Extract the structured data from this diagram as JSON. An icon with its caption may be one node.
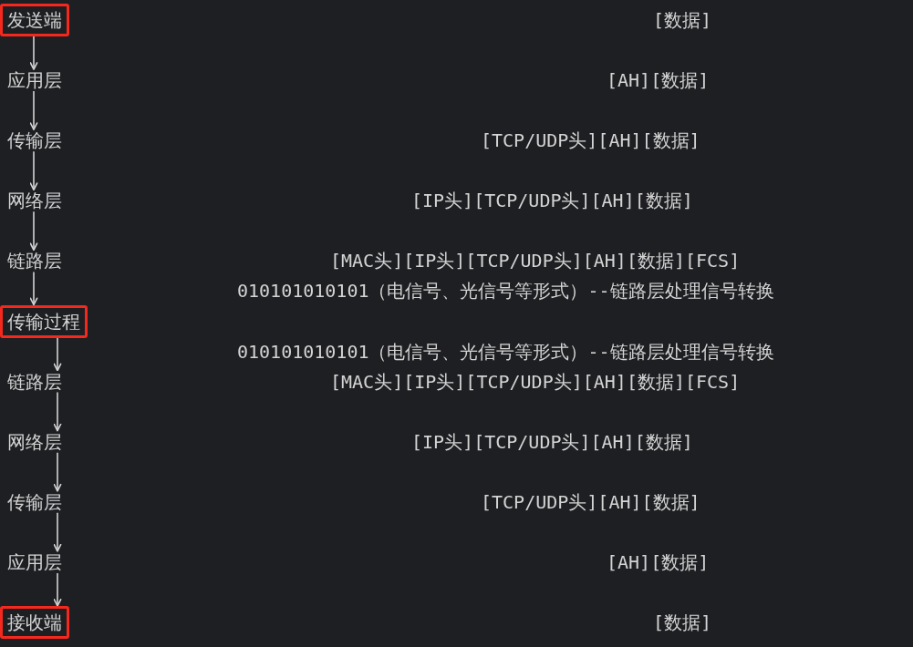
{
  "diagram": {
    "nodes": [
      {
        "text": [
          "发送端"
        ]
      },
      {
        "text": [
          "应用层"
        ]
      },
      {
        "text": [
          "传输层"
        ]
      },
      {
        "text": [
          "网络层"
        ]
      },
      {
        "text": [
          "链路层"
        ]
      },
      {
        "text": [
          "传输过程"
        ]
      },
      {
        "text": [
          "链路层"
        ]
      },
      {
        "text": [
          "网络层"
        ]
      },
      {
        "text": [
          "传输层"
        ]
      },
      {
        "text": [
          "应用层"
        ]
      },
      {
        "text": [
          "接收端"
        ]
      }
    ],
    "edges": [
      {
        "from": 0,
        "to": 1,
        "arrow": "to"
      },
      {
        "from": 1,
        "to": 2,
        "arrow": "to"
      },
      {
        "from": 2,
        "to": 3,
        "arrow": "to"
      },
      {
        "from": 3,
        "to": 4,
        "arrow": "to"
      },
      {
        "from": 4,
        "to": 5,
        "arrow": "to"
      },
      {
        "from": 5,
        "to": 6,
        "arrow": "to"
      },
      {
        "from": 6,
        "to": 7,
        "arrow": "to"
      },
      {
        "from": 7,
        "to": 8,
        "arrow": "to"
      },
      {
        "from": 8,
        "to": 9,
        "arrow": "to"
      },
      {
        "from": 9,
        "to": 10,
        "arrow": "to"
      }
    ],
    "labels": [
      "[数据]",
      "[AH][数据]",
      "[TCP/UDP头][AH][数据]",
      "[IP头][TCP/UDP头][AH][数据]",
      "[MAC头][IP头][TCP/UDP头][AH][数据][FCS]",
      "010101010101（电信号、光信号等形式）--链路层处理信号转换",
      "010101010101（电信号、光信号等形式）--链路层处理信号转换",
      "[MAC头][IP头][TCP/UDP头][AH][数据][FCS]",
      "[IP头][TCP/UDP头][AH][数据]",
      "[TCP/UDP头][AH][数据]",
      "[AH][数据]",
      "[数据]"
    ]
  }
}
